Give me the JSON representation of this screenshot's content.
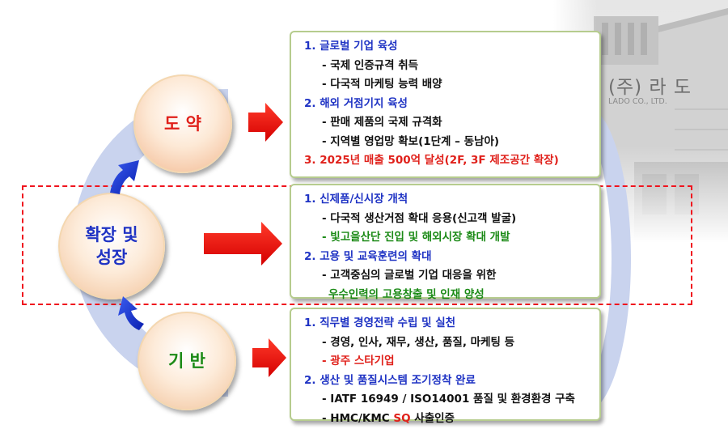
{
  "photo_sign": {
    "name_kr": "(주) 라 도",
    "name_en": "LADO CO., LTD."
  },
  "circles": {
    "top": {
      "label": "도 약",
      "color": "#e0201a"
    },
    "middle": {
      "line1": "확장 및",
      "line2": "성장",
      "color": "#1f33c4"
    },
    "bottom": {
      "label": "기 반",
      "color": "#1b8a16"
    }
  },
  "leap_box": {
    "heading1": "1. 글로벌 기업 육성",
    "item1a": "- 국제 인증규격 취득",
    "item1b": "- 다국적 마케팅 능력 배양",
    "heading2": "2. 해외 거점기지 육성",
    "item2a": "- 판매 제품의 국제 규격화",
    "item2b": "- 지역별 영업망 확보(1단계 – 동남아)",
    "heading3": "3. 2025년 매출 500억 달성(2F, 3F 제조공간 확장)"
  },
  "growth_box": {
    "heading1": "1. 신제품/신시장 개척",
    "item1a": "- 다국적 생산거점 확대 응용(신고객 발굴)",
    "item1b": "- 빛고을산단 진입 및 해외시장 확대 개발",
    "heading2": "2. 고용 및 교육훈련의 확대",
    "item2a": "- 고객중심의 글로벌 기업 대응을 위한",
    "item2b": "우수인력의 고용창출 및 인재 양성"
  },
  "foundation_box": {
    "heading1": "1. 직무별 경영전략 수립 및 실천",
    "item1a": "- 경영, 인사, 재무, 생산, 품질, 마케팅 등",
    "item1b": "- 광주 스타기업",
    "heading2": "2. 생산 및 품질시스템 조기정착 완료",
    "item2a": "- IATF 16949 / ISO14001 품질 및 환경환경 구축",
    "item2b_prefix": "- HMC/KMC ",
    "item2b_highlight": "SQ",
    "item2b_suffix": " 사출인증"
  },
  "colors": {
    "heading_blue": "#1f33c4",
    "accent_red": "#e0201a",
    "accent_green": "#1b8a16",
    "box_border": "#b6cc8e",
    "ring": "#c9d3ee",
    "dashed_frame": "#f0141e"
  }
}
